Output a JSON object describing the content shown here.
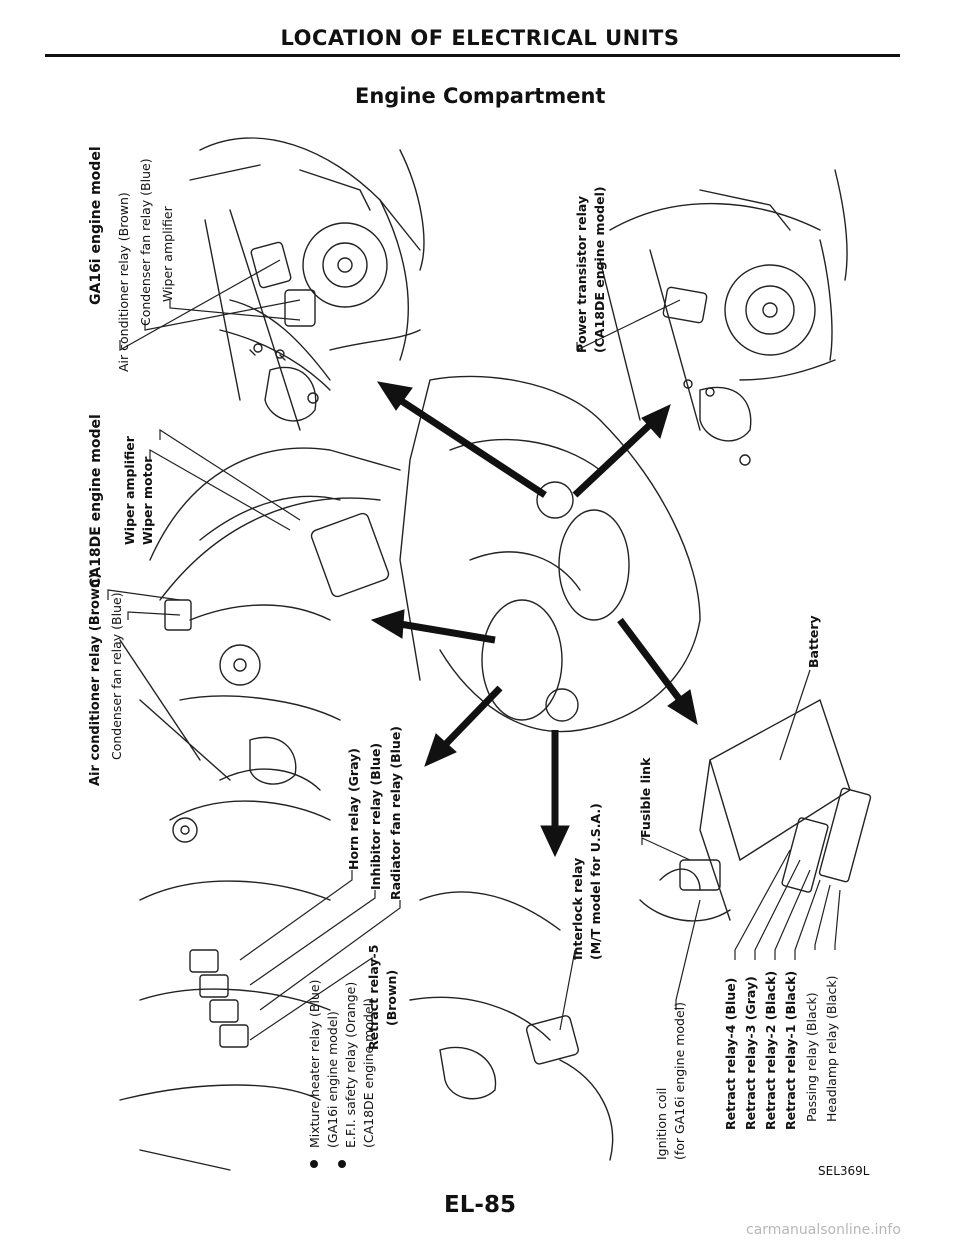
{
  "header": {
    "title": "LOCATION OF ELECTRICAL UNITS",
    "subtitle": "Engine Compartment"
  },
  "labels": {
    "ga16i_model": "GA16i engine model",
    "ac_relay_brown": "Air conditioner relay (Brown)",
    "condenser_blue": "Condenser fan relay (Blue)",
    "wiper_amp": "Wiper amplifier",
    "power_transistor": "Power transistor relay",
    "ca18de_paren": "(CA18DE engine model)",
    "ca18de_model": "CA18DE engine model",
    "wiper_amp_2": "Wiper amplifier",
    "wiper_motor": "Wiper motor",
    "ac_relay_brown_2": "Air conditioner relay (Brown)",
    "condenser_blue_2": "Condenser fan relay (Blue)",
    "battery": "Battery",
    "horn_relay": "Horn relay (Gray)",
    "inhibitor_relay": "Inhibitor relay (Blue)",
    "radiator_relay": "Radiator fan relay (Blue)",
    "retract5": "Retract relay-5",
    "retract5_color": "(Brown)",
    "mixture_heater": "Mixture heater relay (Blue)",
    "ga16i_paren": "(GA16i engine model)",
    "efi_safety": "E.F.I. safety relay (Orange)",
    "ca18de_paren_2": "(CA18DE engine model)",
    "interlock": "Interlock relay",
    "interlock_note": "(M/T model for U.S.A.)",
    "fusible_link": "Fusible link",
    "ignition_coil": "Ignition coil",
    "ignition_note": "(for GA16i engine model)",
    "retract4": "Retract relay-4 (Blue)",
    "retract3": "Retract relay-3 (Gray)",
    "retract2": "Retract relay-2 (Black)",
    "retract1": "Retract relay-1 (Black)",
    "passing": "Passing relay (Black)",
    "headlamp": "Headlamp relay (Black)"
  },
  "footer": {
    "figure_code": "SEL369L",
    "page_number": "EL-85",
    "watermark": "carmanualsonline.info"
  }
}
